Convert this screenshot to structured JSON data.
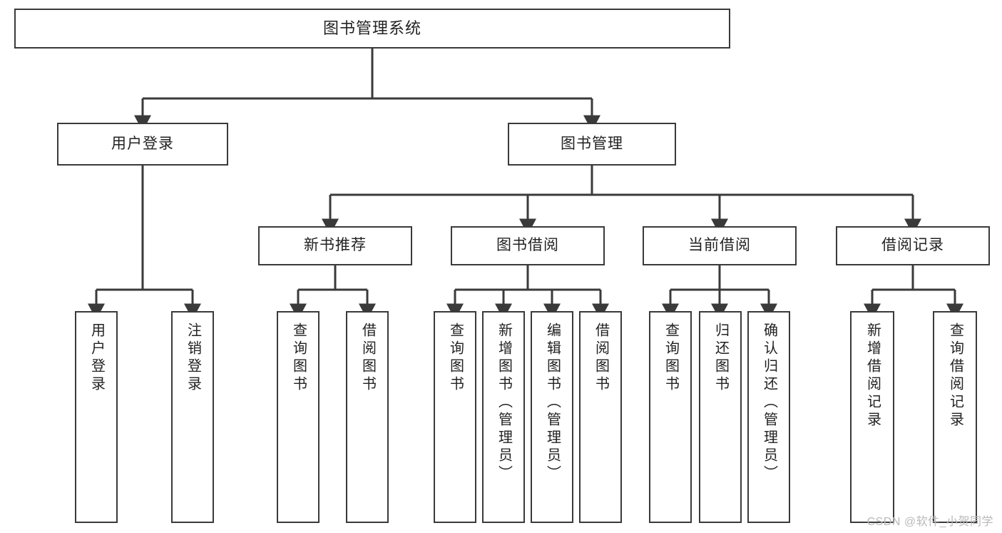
{
  "diagram": {
    "title": "图书管理系统",
    "type": "hierarchy-tree",
    "watermark": "CSDN @软件_小贺同学",
    "colors": {
      "border": "#3a3a3a",
      "background": "#ffffff",
      "text": "#222222",
      "watermark": "#b9b9b9"
    },
    "levels": {
      "level1": {
        "label": "图书管理系统"
      },
      "level2": [
        {
          "id": "user-login",
          "label": "用户登录"
        },
        {
          "id": "book-manage",
          "label": "图书管理"
        }
      ],
      "level3": [
        {
          "id": "new-book-rec",
          "label": "新书推荐"
        },
        {
          "id": "book-borrow",
          "label": "图书借阅"
        },
        {
          "id": "current-borrow",
          "label": "当前借阅"
        },
        {
          "id": "borrow-record",
          "label": "借阅记录"
        }
      ],
      "level4": [
        {
          "id": "leaf-user-login",
          "label": "用户登录",
          "parent": "user-login"
        },
        {
          "id": "leaf-logout",
          "label": "注销登录",
          "parent": "user-login"
        },
        {
          "id": "leaf-query-book-1",
          "label": "查询图书",
          "parent": "new-book-rec"
        },
        {
          "id": "leaf-borrow-book-1",
          "label": "借阅图书",
          "parent": "new-book-rec"
        },
        {
          "id": "leaf-query-book-2",
          "label": "查询图书",
          "parent": "book-borrow"
        },
        {
          "id": "leaf-add-book",
          "label": "新增图书（管理员）",
          "parent": "book-borrow"
        },
        {
          "id": "leaf-edit-book",
          "label": "编辑图书（管理员）",
          "parent": "book-borrow"
        },
        {
          "id": "leaf-borrow-book-2",
          "label": "借阅图书",
          "parent": "book-borrow"
        },
        {
          "id": "leaf-query-book-3",
          "label": "查询图书",
          "parent": "current-borrow"
        },
        {
          "id": "leaf-return-book",
          "label": "归还图书",
          "parent": "current-borrow"
        },
        {
          "id": "leaf-confirm-return",
          "label": "确认归还（管理员）",
          "parent": "current-borrow"
        },
        {
          "id": "leaf-add-record",
          "label": "新增借阅记录",
          "parent": "borrow-record"
        },
        {
          "id": "leaf-query-record",
          "label": "查询借阅记录",
          "parent": "borrow-record"
        }
      ]
    }
  }
}
